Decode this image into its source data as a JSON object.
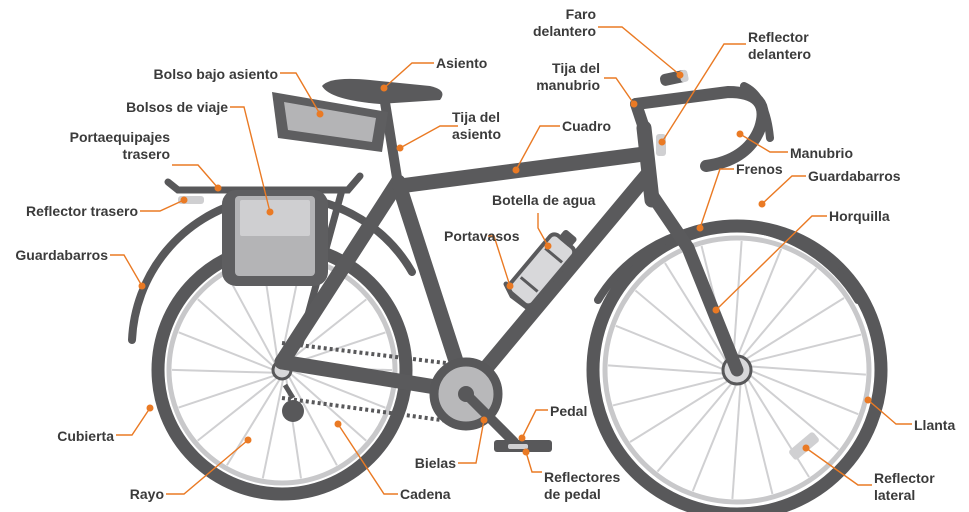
{
  "labels": {
    "faro_delantero": "Faro\ndelantero",
    "reflector_delantero": "Reflector\ndelantero",
    "tija_manubrio": "Tija del\nmanubrio",
    "asiento": "Asiento",
    "bolso_bajo_asiento": "Bolso bajo asiento",
    "bolsos_viaje": "Bolsos de viaje",
    "tija_asiento": "Tija del\nasiento",
    "cuadro": "Cuadro",
    "portaequipajes": "Portaequipajes\ntrasero",
    "manubrio": "Manubrio",
    "frenos": "Frenos",
    "guardabarros_del": "Guardabarros",
    "reflector_trasero": "Reflector trasero",
    "botella": "Botella de agua",
    "horquilla": "Horquilla",
    "guardabarros_tras": "Guardabarros",
    "portavasos": "Portavasos",
    "pedal": "Pedal",
    "llanta": "Llanta",
    "cubierta": "Cubierta",
    "bielas": "Bielas",
    "reflectores_pedal": "Reflectores\nde pedal",
    "reflector_lateral": "Reflector\nlateral",
    "rayo": "Rayo",
    "cadena": "Cadena"
  },
  "colors": {
    "frame": "#5a5a5c",
    "tire": "#58585a",
    "rim": "#c8c8ca",
    "spoke": "#d0d0d2",
    "bag": "#5e5e60",
    "bag_panel": "#b4b4b6",
    "reflector": "#cfcfd1",
    "leader": "#ea7a24",
    "text": "#3b3b3b"
  },
  "icons": {
    "diagram": "bicycle-parts-illustration"
  }
}
